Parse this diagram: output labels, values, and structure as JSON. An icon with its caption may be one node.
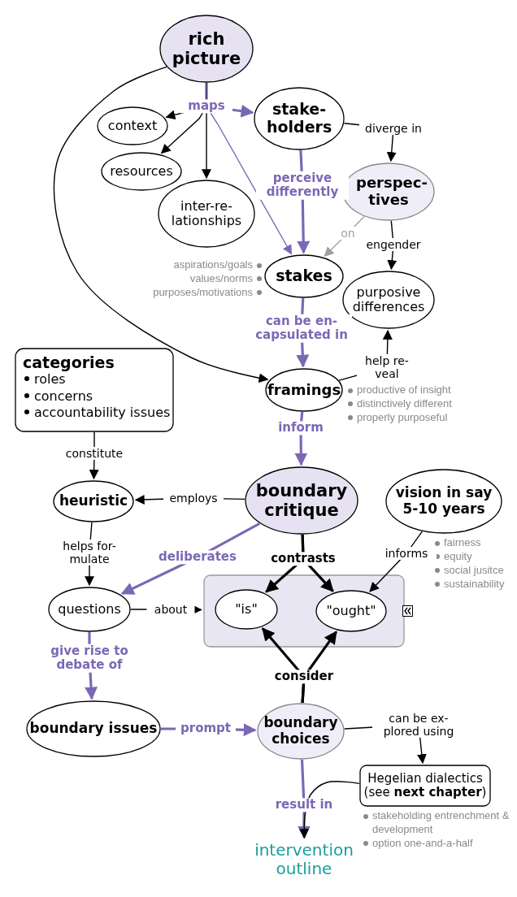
{
  "diagram": {
    "nodes": [
      {
        "text": [
          "rich picture"
        ]
      },
      {
        "text": [
          "context"
        ]
      },
      {
        "text": [
          "stake- holders"
        ]
      },
      {
        "text": [
          "resources"
        ]
      },
      {
        "text": [
          "inter-re- lationships"
        ]
      },
      {
        "text": [
          "perspec- tives"
        ]
      },
      {
        "text": [
          "stakes"
        ],
        "beside": [
          "aspirations/goals",
          "values/norms",
          "purposes/motivations"
        ]
      },
      {
        "text": [
          "purposive differences"
        ]
      },
      {
        "text": [
          "categories",
          "roles",
          "concerns",
          "accountability issues"
        ]
      },
      {
        "text": [
          "framings"
        ],
        "beside": [
          "productive of insight",
          "distinctively different",
          "properly purposeful"
        ]
      },
      {
        "text": [
          "heuristic"
        ]
      },
      {
        "text": [
          "boundary critique"
        ]
      },
      {
        "text": [
          "vision in say 5-10 years"
        ],
        "beside": [
          "fairness",
          "equity",
          "social jusitce",
          "sustainability"
        ]
      },
      {
        "text": [
          "questions"
        ]
      },
      {
        "text": [],
        "shape": "box"
      },
      {
        "text": [
          "\"is\""
        ],
        "in": 14
      },
      {
        "text": [
          "\"ought\""
        ],
        "in": 14
      },
      {
        "text": [
          "boundary issues"
        ]
      },
      {
        "text": [
          "boundary choices"
        ]
      },
      {
        "text": [
          "Hegelian dialectics (see **next chapter**)"
        ],
        "beside": [
          "stakeholding entrenchment & development",
          "option one-and-a-half"
        ]
      },
      {
        "text": [
          "intervention outline"
        ]
      }
    ],
    "edges": [
      {
        "from": 0,
        "to": 2,
        "arrow": "to",
        "label": "maps",
        "style": "thick",
        "color": "#7b68b5"
      },
      {
        "from": 0,
        "to": 1,
        "arrow": "to"
      },
      {
        "from": 0,
        "to": 3,
        "arrow": "to"
      },
      {
        "from": 0,
        "to": 4,
        "arrow": "to"
      },
      {
        "from": 0,
        "to": 6,
        "arrow": "to",
        "color": "#7b68b5"
      },
      {
        "from": 2,
        "to": 5,
        "arrow": "to",
        "label": "diverge in"
      },
      {
        "from": 2,
        "to": 6,
        "arrow": "to",
        "label": "perceive differently",
        "style": "thick",
        "color": "#7b68b5"
      },
      {
        "from": 5,
        "to": 6,
        "arrow": "to",
        "label": "on",
        "color": "#a0a0a0"
      },
      {
        "from": 5,
        "to": 7,
        "arrow": "to",
        "label": "engender"
      },
      {
        "from": 6,
        "to": 9,
        "arrow": "to",
        "label": "can be en- capsulated in",
        "style": "thick",
        "color": "#7b68b5"
      },
      {
        "from": 9,
        "to": 7,
        "arrow": "to",
        "label": "help re- veal"
      },
      {
        "from": 9,
        "to": 11,
        "arrow": "to",
        "label": "inform",
        "style": "thick",
        "color": "#7b68b5"
      },
      {
        "from": 0,
        "to": 9,
        "arrow": "to"
      },
      {
        "from": 8,
        "to": 10,
        "arrow": "to",
        "label": "constitute"
      },
      {
        "from": 11,
        "to": 10,
        "arrow": "to",
        "label": "employs"
      },
      {
        "from": 10,
        "to": 13,
        "arrow": "to",
        "label": "helps for- mulate"
      },
      {
        "from": 11,
        "to": 13,
        "arrow": "to",
        "label": "deliberates",
        "style": "thick",
        "color": "#7b68b5"
      },
      {
        "from": 11,
        "to": 15,
        "arrow": "to",
        "label": "contrasts",
        "style": "thick"
      },
      {
        "from": 11,
        "to": 16,
        "arrow": "to",
        "style": "thick"
      },
      {
        "from": 12,
        "to": 16,
        "arrow": "to",
        "label": "informs"
      },
      {
        "from": 13,
        "to": 14,
        "arrow": "to",
        "label": "about"
      },
      {
        "from": 18,
        "to": 15,
        "arrow": "to",
        "label": "consider",
        "style": "thick"
      },
      {
        "from": 18,
        "to": 16,
        "arrow": "to",
        "style": "thick"
      },
      {
        "from": 13,
        "to": 17,
        "arrow": "to",
        "label": "give rise to debate of",
        "style": "thick",
        "color": "#7b68b5"
      },
      {
        "from": 17,
        "to": 18,
        "arrow": "to",
        "label": "prompt",
        "style": "thick",
        "color": "#7b68b5"
      },
      {
        "from": 18,
        "to": 19,
        "arrow": "to",
        "label": "can be ex- plored using"
      },
      {
        "from": 18,
        "to": 20,
        "arrow": "to",
        "label": "result in",
        "style": "thick",
        "color": "#7b68b5"
      },
      {
        "from": 19,
        "to": 20,
        "arrow": "to"
      }
    ]
  }
}
